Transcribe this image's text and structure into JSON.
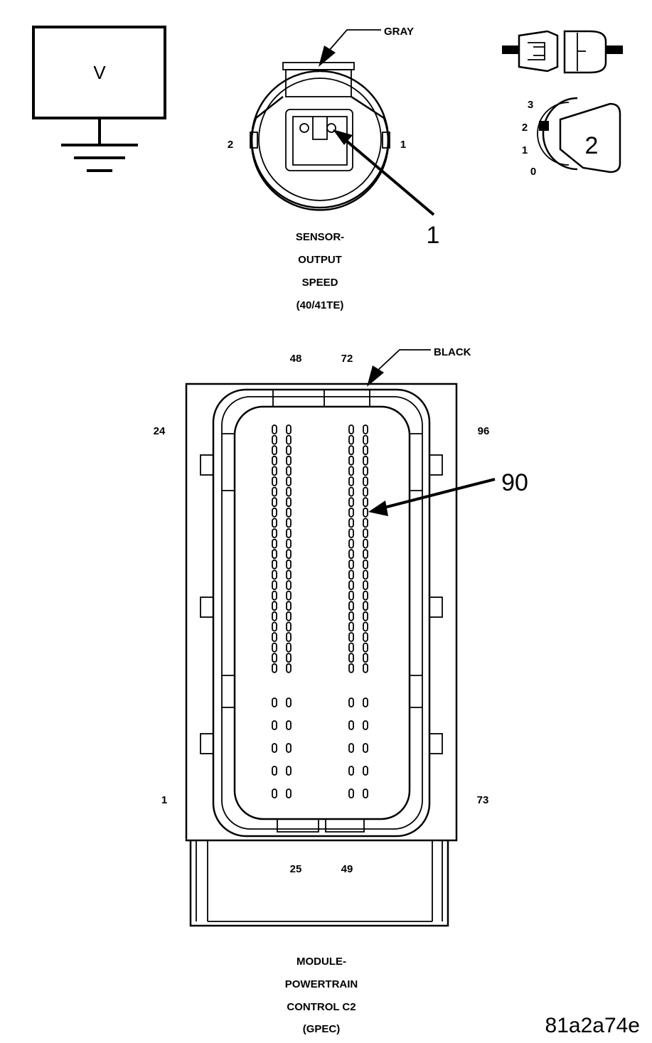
{
  "voltmeter": {
    "label": "V"
  },
  "sensor_connector": {
    "color_label": "GRAY",
    "pin_left": "2",
    "pin_right": "1",
    "callout": "1",
    "caption": [
      "SENSOR-",
      "OUTPUT",
      "SPEED",
      "(40/41TE)"
    ]
  },
  "ignition_switch": {
    "positions": [
      "3",
      "2",
      "1",
      "0"
    ],
    "selected": "2"
  },
  "pcm_connector": {
    "color_label": "BLACK",
    "top_pins": [
      "48",
      "72"
    ],
    "left_top_pin": "24",
    "right_top_pin": "96",
    "left_bottom_pin": "1",
    "right_bottom_pin": "73",
    "bottom_pins": [
      "25",
      "49"
    ],
    "callout": "90",
    "caption": [
      "MODULE-",
      "POWERTRAIN",
      "CONTROL C2",
      "(GPEC)"
    ]
  },
  "figure_id": "81a2a74e"
}
